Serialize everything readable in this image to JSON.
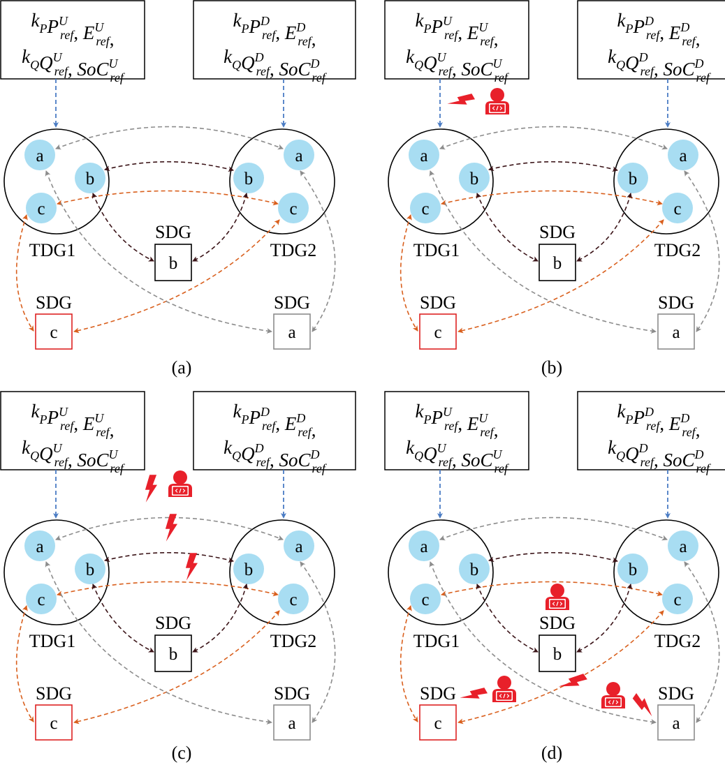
{
  "colors": {
    "ref_arrow": "#4a7cc4",
    "gray_link": "#8c8c8c",
    "brown_link": "#3b1418",
    "orange_link": "#d9601e",
    "node_fill": "#a8ddf2",
    "sdg_c_border": "#dd2222",
    "sdg_a_border": "#8c8c8c",
    "attacker": "#e8202a"
  },
  "icons": {
    "attacker": "hacker-laptop-icon",
    "attack": "lightning-bolt-icon"
  },
  "ref_left": {
    "row1": [
      {
        "t": "k",
        "s": "P",
        "p": "",
        "i": true
      },
      {
        "t": "P",
        "s": "ref",
        "p": "U",
        "i": true
      },
      {
        "t": ", ",
        "s": "",
        "p": "",
        "i": false
      },
      {
        "t": "E",
        "s": "ref",
        "p": "U",
        "i": true
      },
      {
        "t": ",",
        "s": "",
        "p": "",
        "i": false
      }
    ],
    "row2": [
      {
        "t": "k",
        "s": "Q",
        "p": "",
        "i": true
      },
      {
        "t": "Q",
        "s": "ref",
        "p": "U",
        "i": true
      },
      {
        "t": ", ",
        "s": "",
        "p": "",
        "i": false
      },
      {
        "t": "SoC",
        "s": "ref",
        "p": "U",
        "i": true
      }
    ]
  },
  "ref_right": {
    "row1": [
      {
        "t": "k",
        "s": "P",
        "p": "",
        "i": true
      },
      {
        "t": "P",
        "s": "ref",
        "p": "D",
        "i": true
      },
      {
        "t": ", ",
        "s": "",
        "p": "",
        "i": false
      },
      {
        "t": "E",
        "s": "ref",
        "p": "D",
        "i": true
      },
      {
        "t": ",",
        "s": "",
        "p": "",
        "i": false
      }
    ],
    "row2": [
      {
        "t": "k",
        "s": "Q",
        "p": "",
        "i": true
      },
      {
        "t": "Q",
        "s": "ref",
        "p": "D",
        "i": true
      },
      {
        "t": ", ",
        "s": "",
        "p": "",
        "i": false
      },
      {
        "t": "SoC",
        "s": "ref",
        "p": "D",
        "i": true
      }
    ]
  },
  "labels": {
    "tdg1": "TDG1",
    "tdg2": "TDG2",
    "sdg": "SDG",
    "node_a": "a",
    "node_b": "b",
    "node_c": "c"
  },
  "panels": [
    {
      "caption": "(a)",
      "attack": "none"
    },
    {
      "caption": "(b)",
      "attack": "reference-channel"
    },
    {
      "caption": "(c)",
      "attack": "tdg-communication-links"
    },
    {
      "caption": "(d)",
      "attack": "sdg-units"
    }
  ]
}
